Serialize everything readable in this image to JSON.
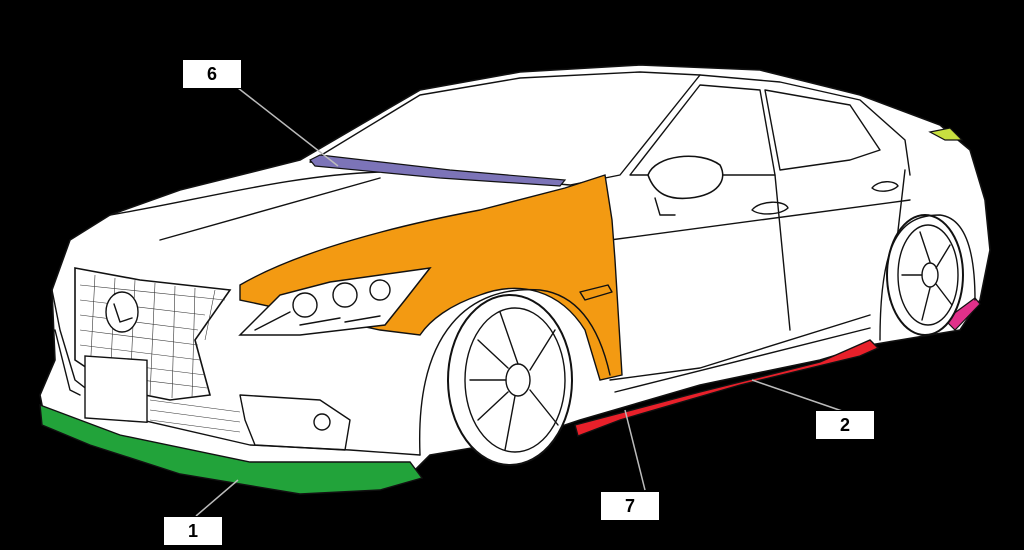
{
  "callouts": [
    {
      "id": "1",
      "label": "1"
    },
    {
      "id": "2",
      "label": "2"
    },
    {
      "id": "6",
      "label": "6"
    },
    {
      "id": "7",
      "label": "7"
    }
  ],
  "colors": {
    "background": "#000000",
    "body": "#ffffff",
    "front_spoiler": "#22a33a",
    "side_skirt": "#e8202a",
    "fender": "#f39a12",
    "bonnet_trim": "#7c74b8",
    "rear_spoiler": "#c8e040",
    "rear_under": "#e0308a",
    "leader_line": "#bbbbbb"
  }
}
